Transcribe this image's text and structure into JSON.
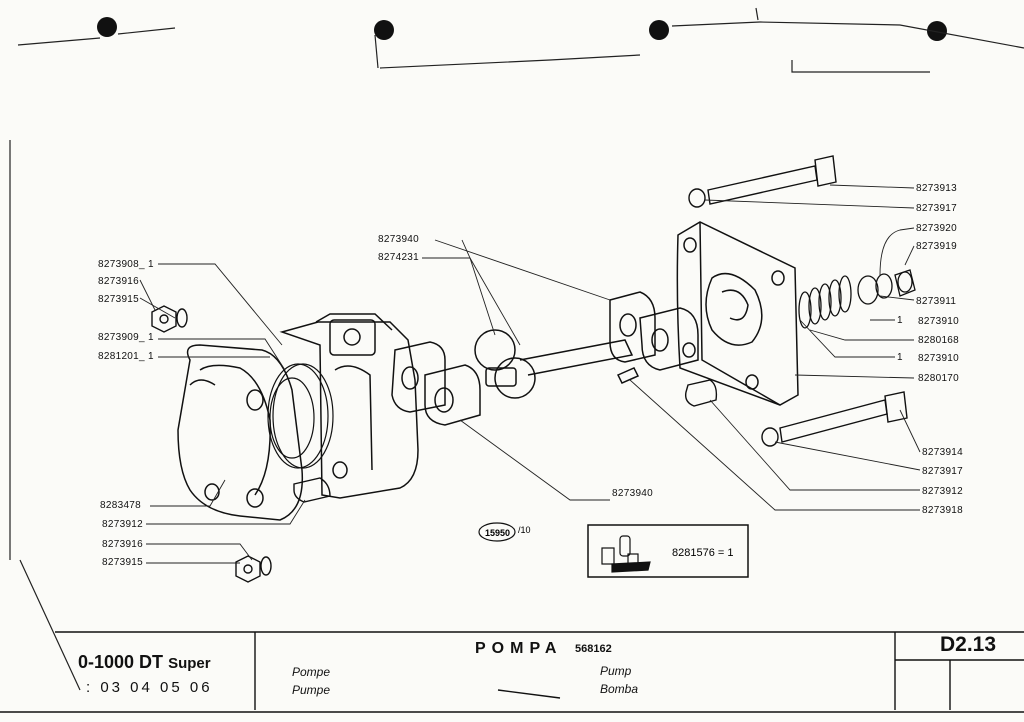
{
  "parts": {
    "p8273913": "8273913",
    "p8273917a": "8273917",
    "p8273920": "8273920",
    "p8273919": "8273919",
    "p8273911": "8273911",
    "p8273910a": "1",
    "p8273910a_num": "8273910",
    "p8280168": "8280168",
    "p8273910b": "1",
    "p8273910b_num": "8273910",
    "p8280170": "8280170",
    "p8273914": "8273914",
    "p8273917b": "8273917",
    "p8273912r": "8273912",
    "p8273918": "8273918",
    "p8273940top": "8273940",
    "p8274231": "8274231",
    "p8273908": "8273908_ 1",
    "p8273916a": "8273916",
    "p8273915a": "8273915",
    "p8273909": "8273909_ 1",
    "p8281201": "8281201_ 1",
    "p8283478": "8283478",
    "p8273912l": "8273912",
    "p8273916b": "8273916",
    "p8273915b": "8273915",
    "p8273940bot": "8273940"
  },
  "ref": {
    "number": "15950",
    "suffix": "/10"
  },
  "kit": {
    "label": "8281576 = 1"
  },
  "footer": {
    "model": "0-1000 DT",
    "model_suffix": "Super",
    "years": ": 03  04  05  06",
    "title": "POMPA",
    "code": "568162",
    "fr": "Pompe",
    "de": "Pumpe",
    "en": "Pump",
    "es": "Bomba",
    "plate": "D2.13"
  }
}
